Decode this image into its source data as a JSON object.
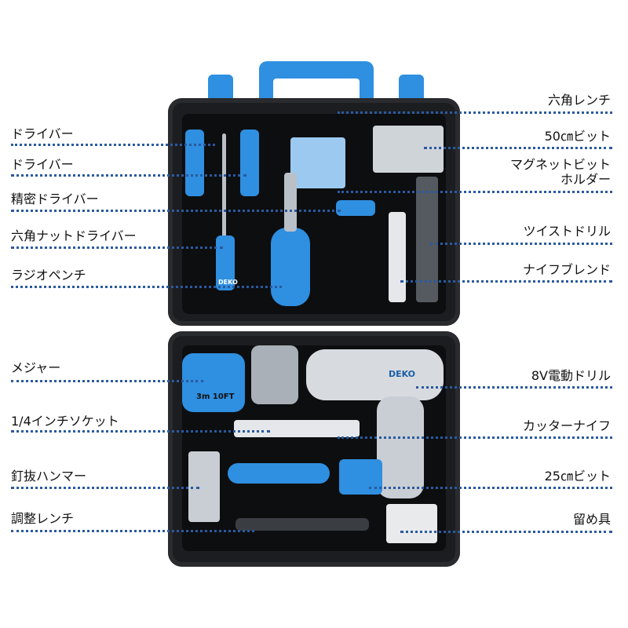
{
  "brand": "DEKO",
  "tape_marking": "3m 10FT",
  "colors": {
    "accent": "#2f8fe0",
    "case": "#1c1d20",
    "leader_line": "#2a5aa0"
  },
  "left_labels": [
    "ドライバー",
    "ドライバー",
    "精密ドライバー",
    "六角ナットドライバー",
    "ラジオペンチ",
    "メジャー",
    "1/4インチソケット",
    "釘抜ハンマー",
    "調整レンチ"
  ],
  "right_labels": [
    "六角レンチ",
    "50㎝ビット",
    "マグネットビット",
    "ホルダー",
    "ツイストドリル",
    "ナイフブレンド",
    "8V電動ドリル",
    "カッターナイフ",
    "25㎝ビット",
    "留め具"
  ]
}
